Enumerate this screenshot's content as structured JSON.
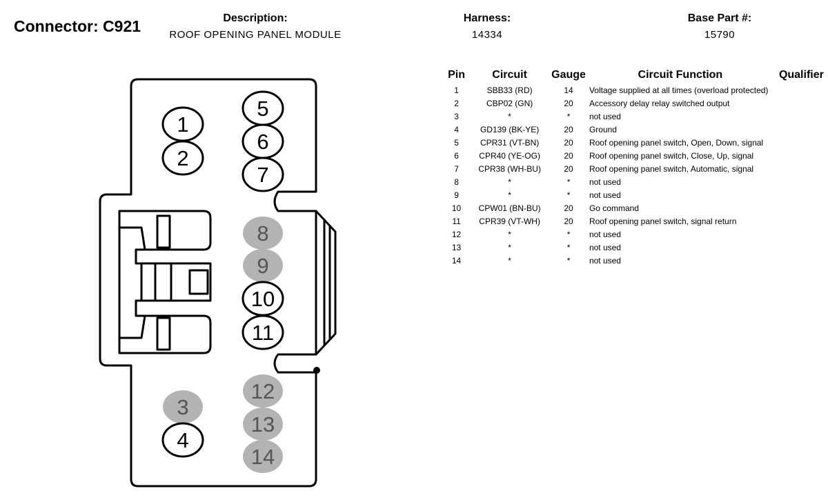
{
  "header": {
    "connector_label": "Connector: C921",
    "description_label": "Description:",
    "description_value": "ROOF OPENING PANEL MODULE",
    "harness_label": "Harness:",
    "harness_value": "14334",
    "base_part_label": "Base Part #:",
    "base_part_value": "15790"
  },
  "table": {
    "headers": {
      "pin": "Pin",
      "circuit": "Circuit",
      "gauge": "Gauge",
      "function": "Circuit Function",
      "qualifier": "Qualifier"
    },
    "rows": [
      {
        "pin": "1",
        "circuit": "SBB33 (RD)",
        "gauge": "14",
        "function": "Voltage supplied at all times (overload protected)",
        "qualifier": ""
      },
      {
        "pin": "2",
        "circuit": "CBP02 (GN)",
        "gauge": "20",
        "function": "Accessory delay relay switched output",
        "qualifier": ""
      },
      {
        "pin": "3",
        "circuit": "*",
        "gauge": "*",
        "function": "not used",
        "qualifier": ""
      },
      {
        "pin": "4",
        "circuit": "GD139 (BK-YE)",
        "gauge": "20",
        "function": "Ground",
        "qualifier": ""
      },
      {
        "pin": "5",
        "circuit": "CPR31 (VT-BN)",
        "gauge": "20",
        "function": "Roof opening panel switch, Open, Down, signal",
        "qualifier": ""
      },
      {
        "pin": "6",
        "circuit": "CPR40 (YE-OG)",
        "gauge": "20",
        "function": "Roof opening panel switch, Close, Up, signal",
        "qualifier": ""
      },
      {
        "pin": "7",
        "circuit": "CPR38 (WH-BU)",
        "gauge": "20",
        "function": "Roof opening panel switch, Automatic, signal",
        "qualifier": ""
      },
      {
        "pin": "8",
        "circuit": "*",
        "gauge": "*",
        "function": "not used",
        "qualifier": ""
      },
      {
        "pin": "9",
        "circuit": "*",
        "gauge": "*",
        "function": "not used",
        "qualifier": ""
      },
      {
        "pin": "10",
        "circuit": "CPW01 (BN-BU)",
        "gauge": "20",
        "function": "Go command",
        "qualifier": ""
      },
      {
        "pin": "11",
        "circuit": "CPR39 (VT-WH)",
        "gauge": "20",
        "function": "Roof opening panel switch, signal return",
        "qualifier": ""
      },
      {
        "pin": "12",
        "circuit": "*",
        "gauge": "*",
        "function": "not used",
        "qualifier": ""
      },
      {
        "pin": "13",
        "circuit": "*",
        "gauge": "*",
        "function": "not used",
        "qualifier": ""
      },
      {
        "pin": "14",
        "circuit": "*",
        "gauge": "*",
        "function": "not used",
        "qualifier": ""
      }
    ]
  },
  "diagram": {
    "used_pin_stroke": "#000000",
    "unused_pin_fill": "#b3b3b3",
    "unused_pin_text": "#555555",
    "pins": [
      {
        "label": "1",
        "used": true
      },
      {
        "label": "2",
        "used": true
      },
      {
        "label": "3",
        "used": false
      },
      {
        "label": "4",
        "used": true
      },
      {
        "label": "5",
        "used": true
      },
      {
        "label": "6",
        "used": true
      },
      {
        "label": "7",
        "used": true
      },
      {
        "label": "8",
        "used": false
      },
      {
        "label": "9",
        "used": false
      },
      {
        "label": "10",
        "used": true
      },
      {
        "label": "11",
        "used": true
      },
      {
        "label": "12",
        "used": false
      },
      {
        "label": "13",
        "used": false
      },
      {
        "label": "14",
        "used": false
      }
    ]
  }
}
